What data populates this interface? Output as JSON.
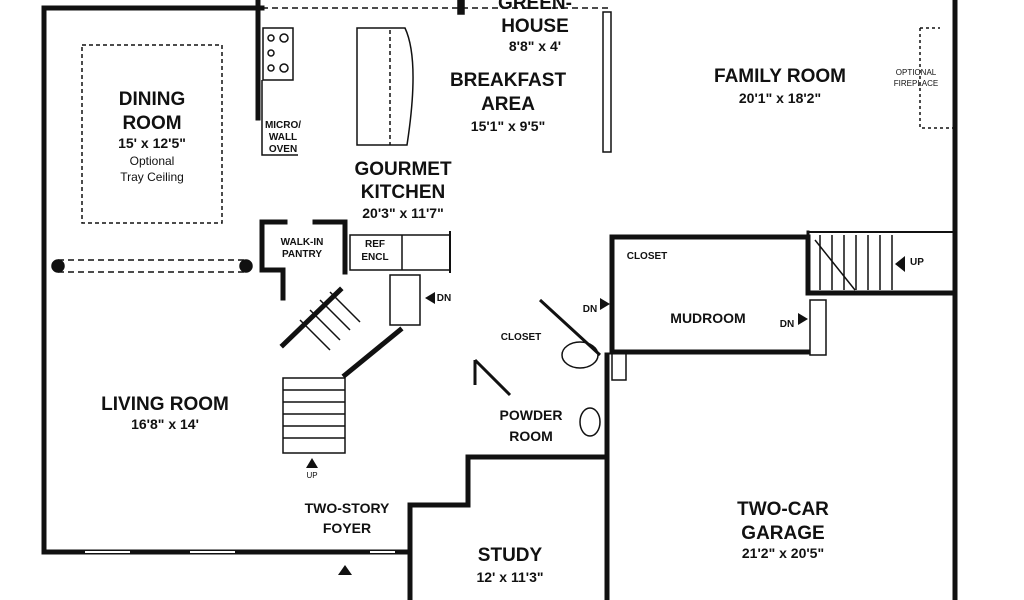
{
  "title": "First Floor Plan",
  "rooms": {
    "dining": {
      "name1": "DINING",
      "name2": "ROOM",
      "size": "15' x 12'5\"",
      "note1": "Optional",
      "note2": "Tray Ceiling"
    },
    "greenhouse": {
      "name1": "GREEN-",
      "name2": "HOUSE",
      "size": "8'8\" x 4'"
    },
    "breakfast": {
      "name1": "BREAKFAST",
      "name2": "AREA",
      "size": "15'1\" x 9'5\""
    },
    "family": {
      "name": "FAMILY ROOM",
      "size": "20'1\" x 18'2\"",
      "fireplace1": "OPTIONAL",
      "fireplace2": "FIREPLACE"
    },
    "kitchen": {
      "name1": "GOURMET",
      "name2": "KITCHEN",
      "size": "20'3\" x 11'7\"",
      "oven1": "MICRO/",
      "oven2": "WALL",
      "oven3": "OVEN"
    },
    "pantry": {
      "name1": "WALK-IN",
      "name2": "PANTRY"
    },
    "ref": {
      "name1": "REF",
      "name2": "ENCL"
    },
    "closet_mud": {
      "name": "CLOSET"
    },
    "mudroom": {
      "name": "MUDROOM"
    },
    "closet_powder": {
      "name": "CLOSET"
    },
    "powder": {
      "name1": "POWDER",
      "name2": "ROOM"
    },
    "living": {
      "name": "LIVING ROOM",
      "size": "16'8\" x 14'"
    },
    "foyer": {
      "name1": "TWO-STORY",
      "name2": "FOYER"
    },
    "study": {
      "name": "STUDY",
      "size": "12' x 11'3\""
    },
    "garage": {
      "name1": "TWO-CAR",
      "name2": "GARAGE",
      "size": "21'2\" x 20'5\""
    }
  },
  "stairs": {
    "up": "UP",
    "dn": "DN"
  }
}
